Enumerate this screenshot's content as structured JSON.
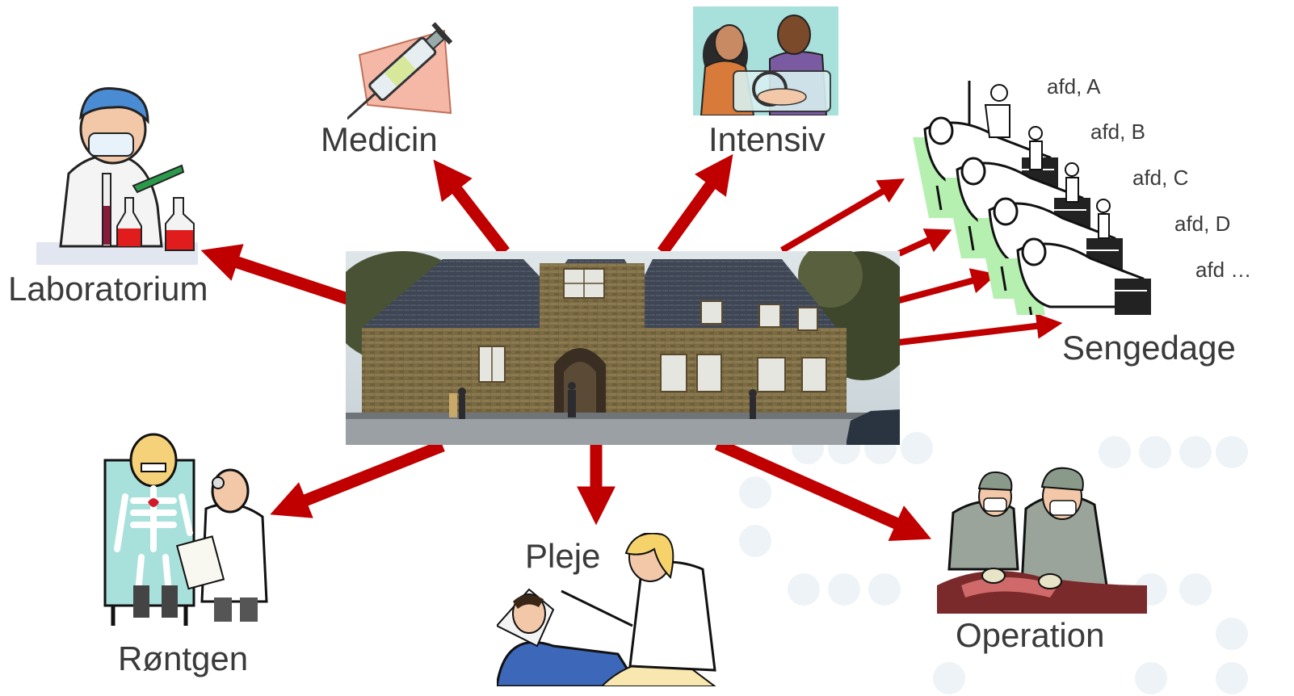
{
  "colors": {
    "arrow": "#c00000",
    "label_text": "#3a3a3a",
    "decor_dots": "#e8f0f4",
    "bed_green": "#b6f0b0"
  },
  "center": {
    "image": "hospital-building-photo"
  },
  "nodes": {
    "laboratorium": {
      "label": "Laboratorium",
      "icon": "lab-technician-icon"
    },
    "medicin": {
      "label": "Medicin",
      "icon": "syringe-icon"
    },
    "intensiv": {
      "label": "Intensiv",
      "icon": "incubator-parents-icon"
    },
    "sengedage": {
      "label": "Sengedage",
      "icon": "hospital-beds-icon"
    },
    "rontgen": {
      "label": "Røntgen",
      "icon": "xray-doctor-icon"
    },
    "pleje": {
      "label": "Pleje",
      "icon": "nurse-patient-icon"
    },
    "operation": {
      "label": "Operation",
      "icon": "surgeons-icon"
    }
  },
  "wards": [
    "afd, A",
    "afd, B",
    "afd, C",
    "afd, D",
    "afd …"
  ]
}
